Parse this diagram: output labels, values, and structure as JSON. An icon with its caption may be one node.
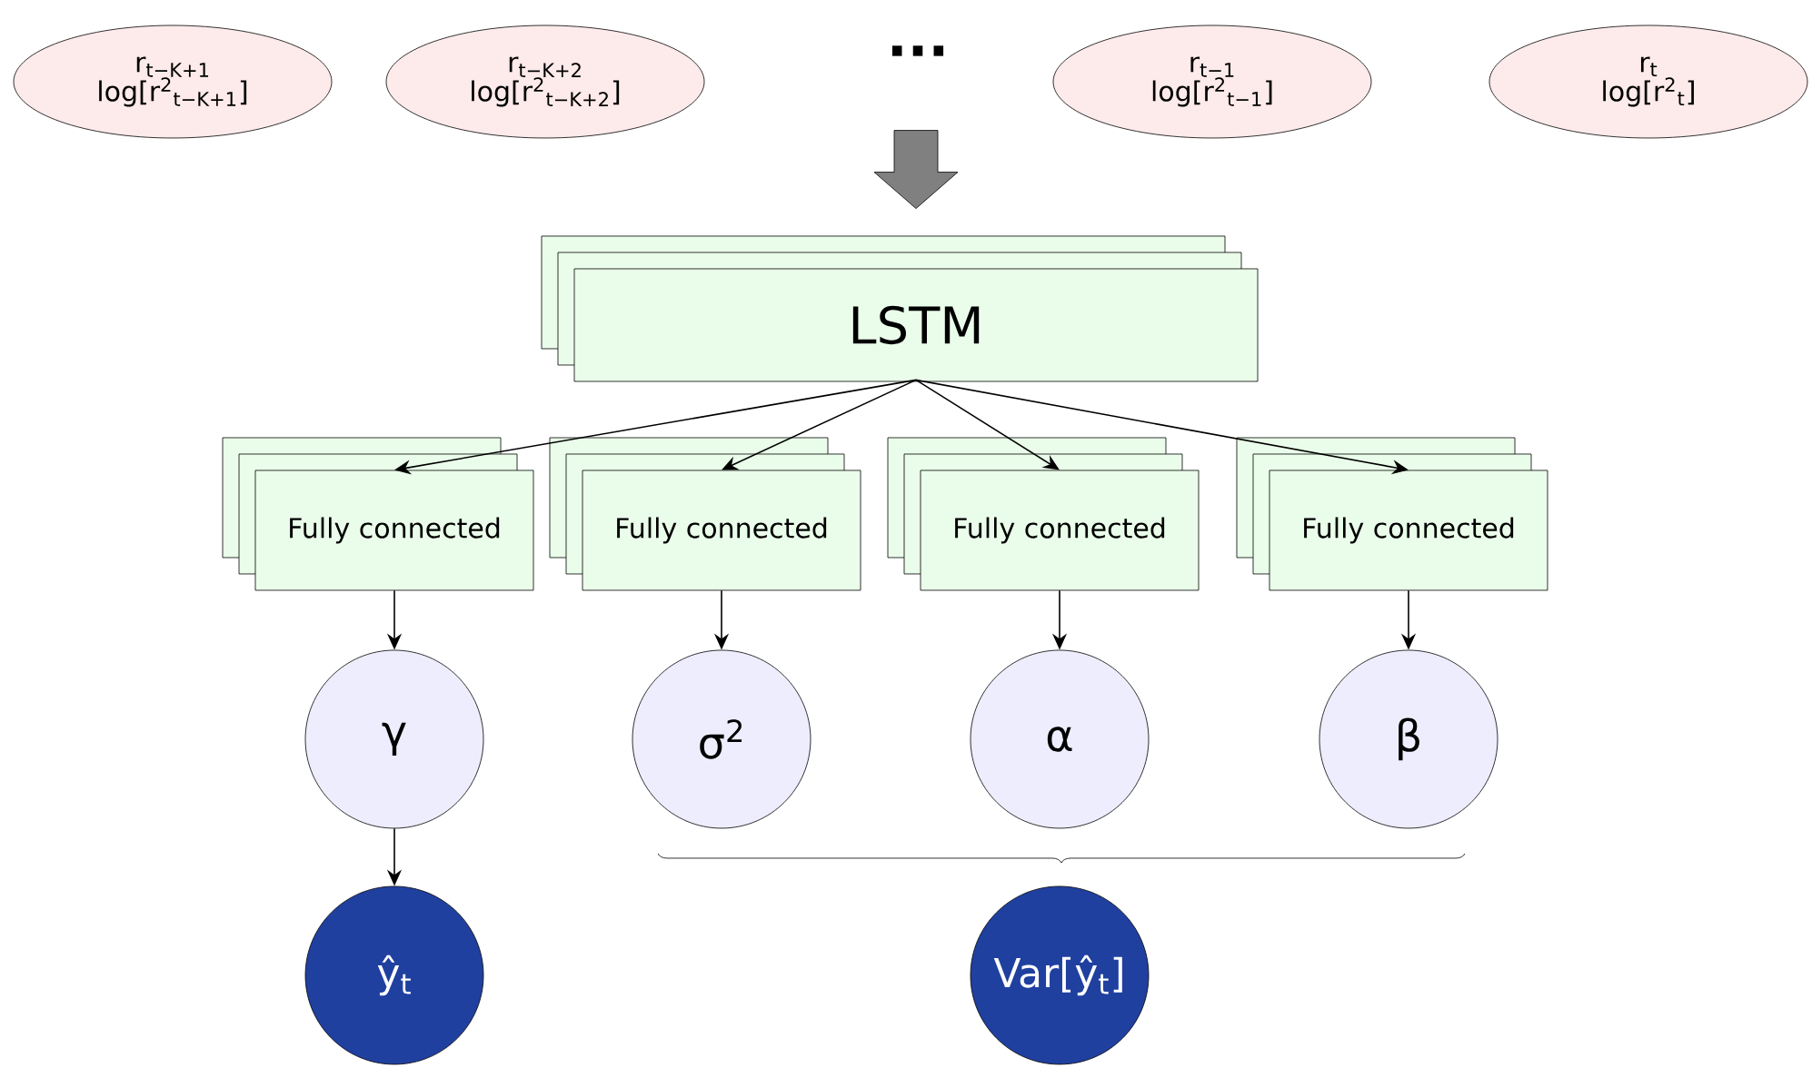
{
  "diagram": {
    "nodes": [
      {
        "text": [
          "r$_{t−K+1}$",
          "log[r$^{2}$$_{t−K+1}$]"
        ]
      },
      {
        "text": [
          "r$_{t−K+2}$",
          "log[r$^{2}$$_{t−K+2}$]"
        ]
      },
      {
        "text": [
          "r$_{t−1}$",
          "log[r$^{2}$$_{t−1}$]"
        ]
      },
      {
        "text": [
          "r$_{t}$",
          "log[r$^{2}$$_{t}$]"
        ]
      },
      {
        "text": [
          "LSTM"
        ]
      },
      {
        "text": [
          "Fully connected"
        ]
      },
      {
        "text": [
          "Fully connected"
        ]
      },
      {
        "text": [
          "Fully connected"
        ]
      },
      {
        "text": [
          "Fully connected"
        ]
      },
      {
        "text": [
          "γ"
        ]
      },
      {
        "text": [
          "σ$^{2}$"
        ]
      },
      {
        "text": [
          "α"
        ]
      },
      {
        "text": [
          "β"
        ]
      },
      {
        "text": [
          "ŷ$_{t}$"
        ]
      },
      {
        "text": [
          "Var[ŷ$_{t}$]"
        ]
      }
    ],
    "edges": [
      {
        "from": null,
        "to": 4,
        "arrow": "to",
        "color": "#808080"
      },
      {
        "from": 4,
        "to": 5,
        "arrow": "to"
      },
      {
        "from": 4,
        "to": 6,
        "arrow": "to"
      },
      {
        "from": 4,
        "to": 7,
        "arrow": "to"
      },
      {
        "from": 4,
        "to": 8,
        "arrow": "to"
      },
      {
        "from": 5,
        "to": 9,
        "arrow": "to"
      },
      {
        "from": 6,
        "to": 10,
        "arrow": "to"
      },
      {
        "from": 7,
        "to": 11,
        "arrow": "to"
      },
      {
        "from": 8,
        "to": 12,
        "arrow": "to"
      },
      {
        "from": 9,
        "to": 13,
        "arrow": "to"
      }
    ],
    "labels": [
      "..."
    ]
  }
}
